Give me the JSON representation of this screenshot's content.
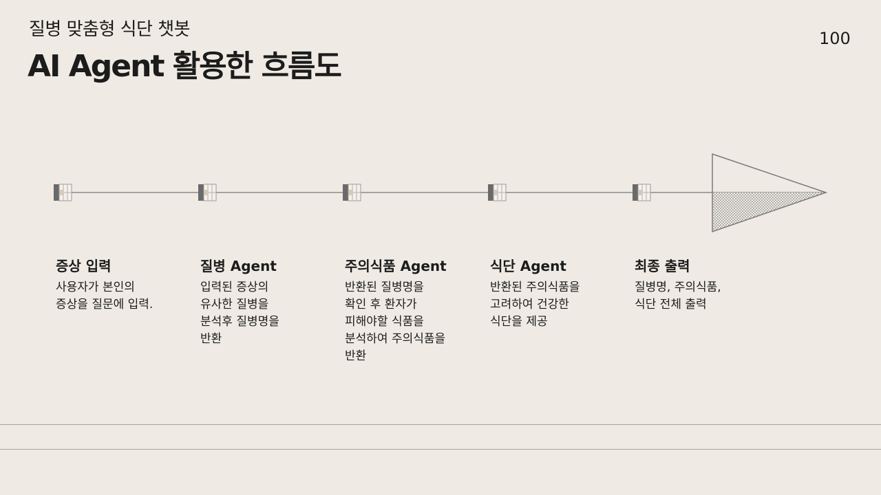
{
  "header": {
    "subtitle": "질병 맞춤형 식단 챗봇",
    "title": "AI Agent 활용한 흐름도",
    "page_number": "100"
  },
  "colors": {
    "background": "#efebe4",
    "line": "#8a8a8a",
    "node_dark": "#6a6a6a",
    "text": "#1c1c1c"
  },
  "flow": {
    "steps": [
      {
        "title": "증상 입력",
        "description": "사용자가 본인의\n증상을 질문에 입력."
      },
      {
        "title": "질병 Agent",
        "description": "입력된 증상의\n유사한 질병을\n분석후 질병명을\n반환"
      },
      {
        "title": "주의식품 Agent",
        "description": "반환된 질병명을\n확인 후 환자가\n피해야할 식품을\n분석하여 주의식품을\n반환"
      },
      {
        "title": "식단 Agent",
        "description": "반환된 주의식품을\n고려하여 건강한\n식단을 제공"
      },
      {
        "title": "최종 출력",
        "description": "질병명, 주의식품,\n식단 전체 출력"
      }
    ]
  }
}
